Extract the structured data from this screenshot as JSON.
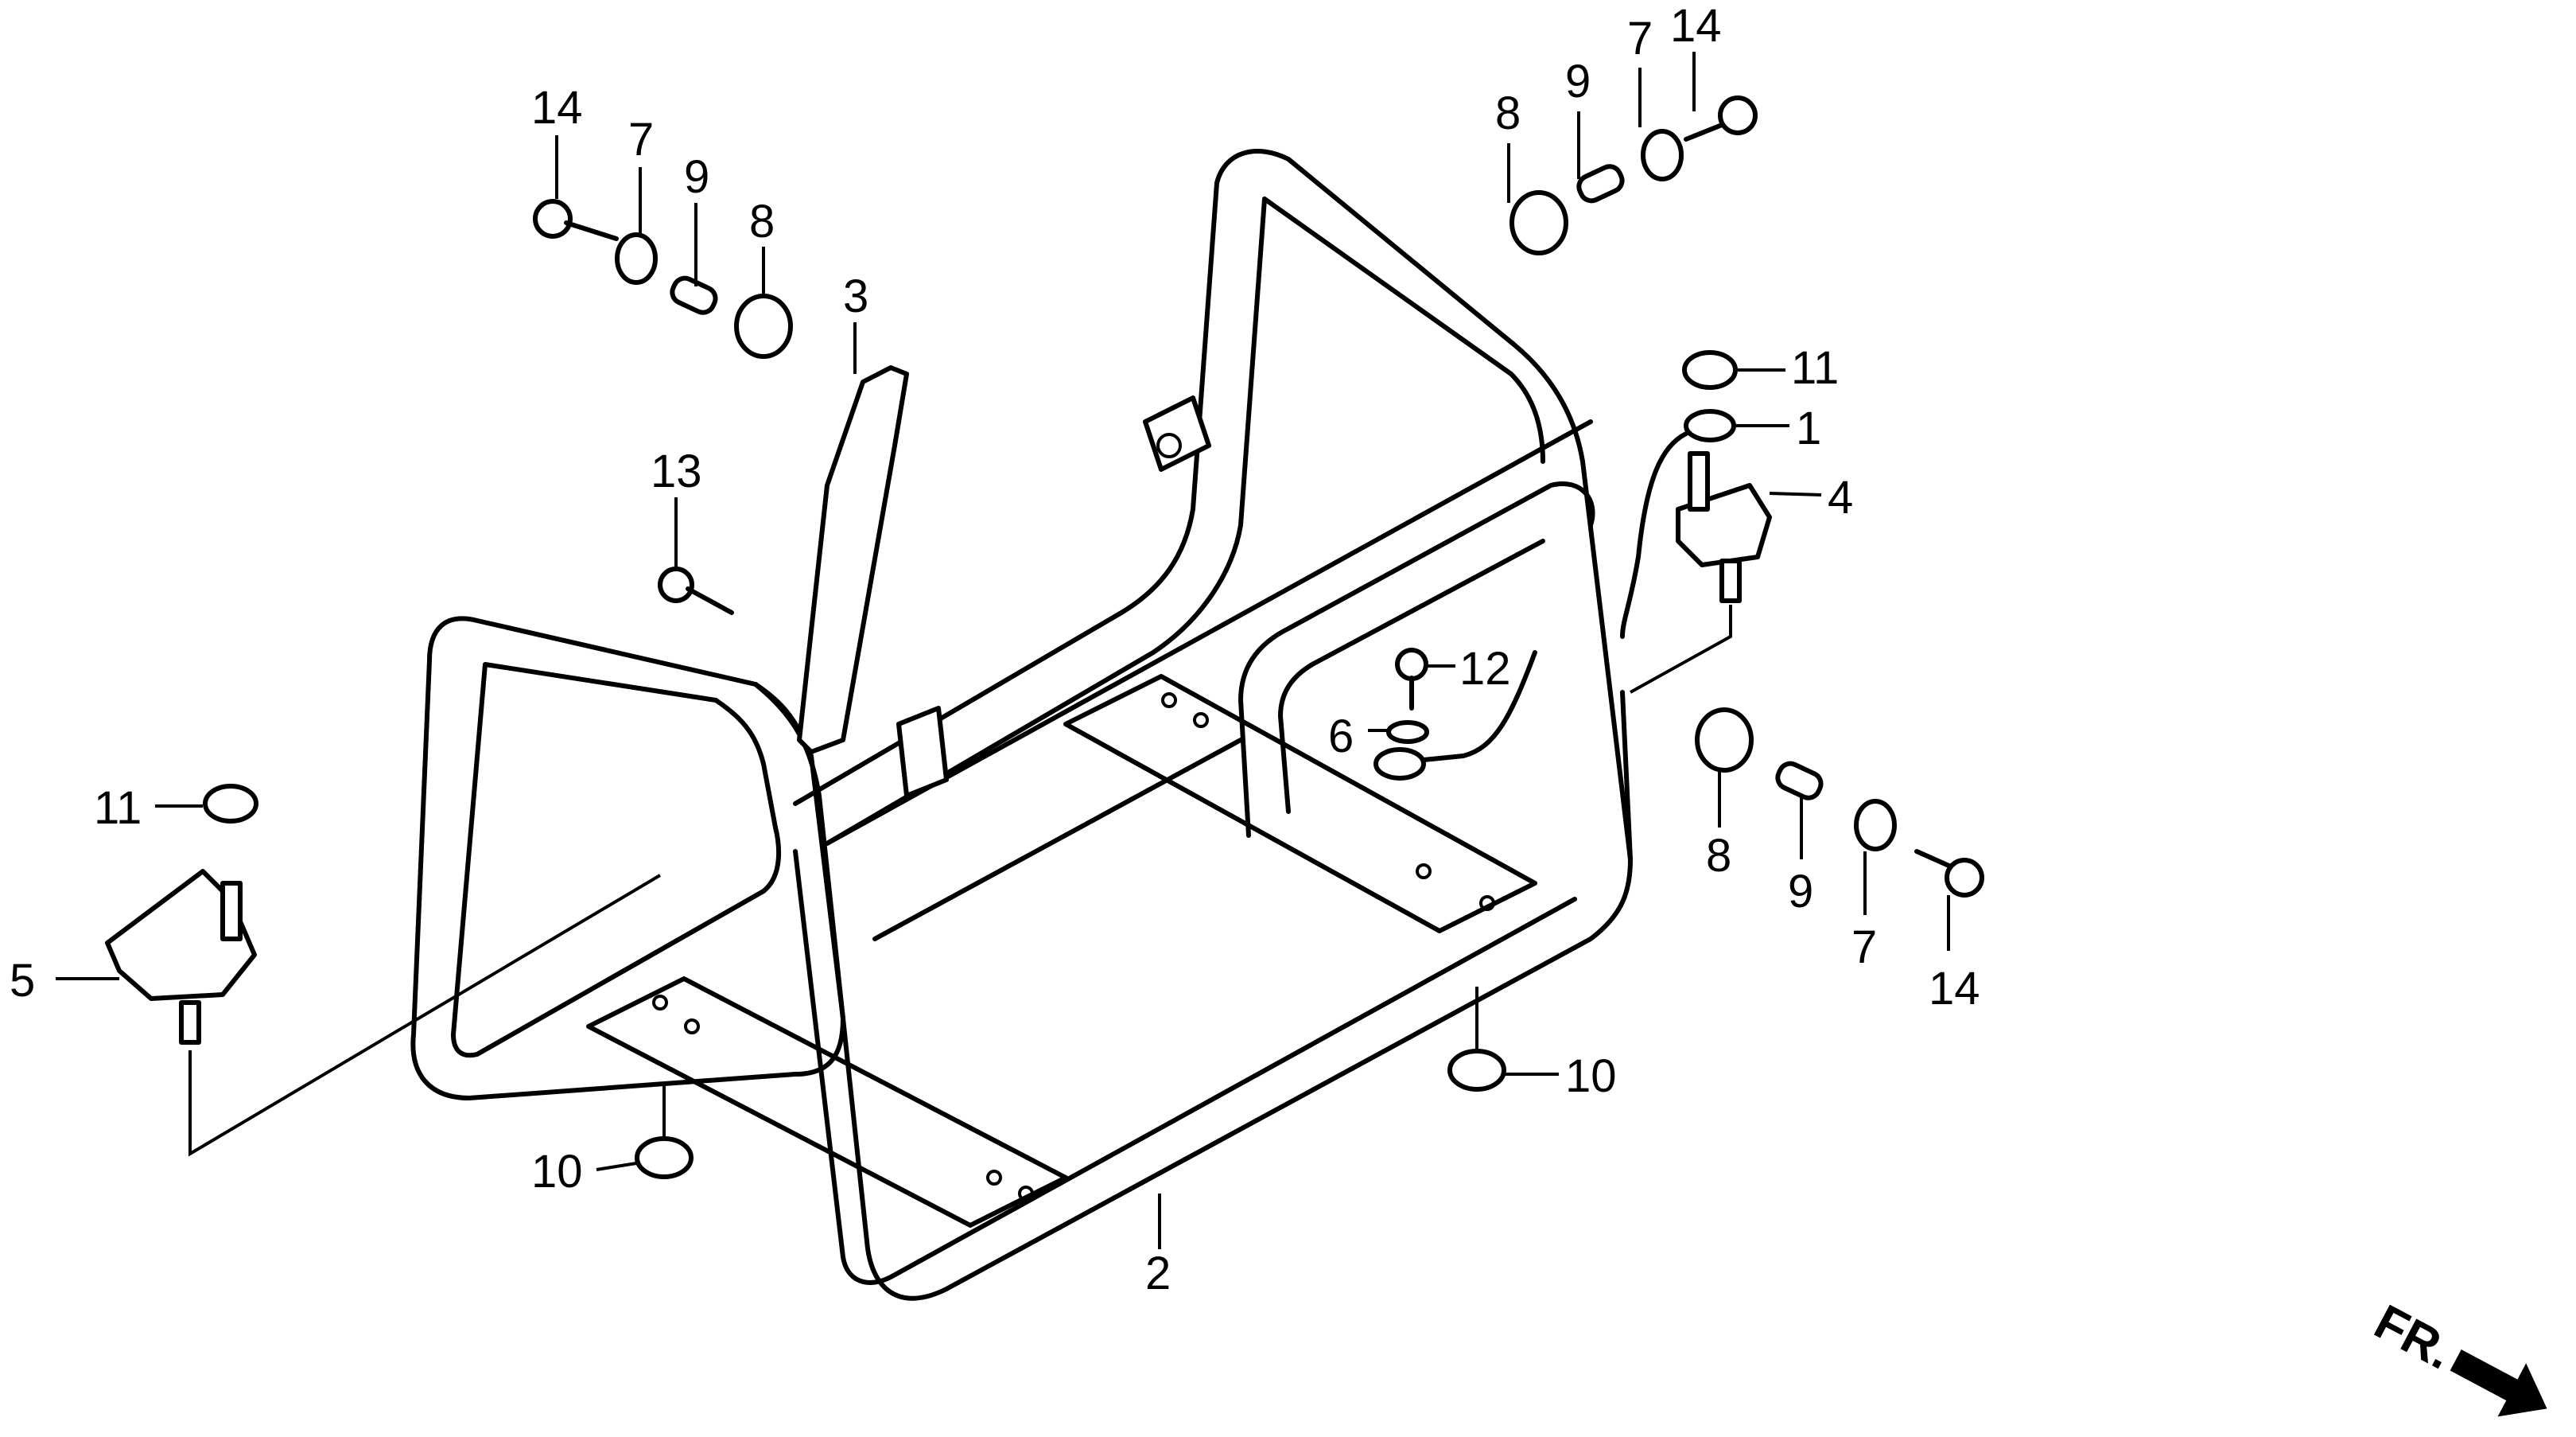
{
  "diagram": {
    "type": "exploded-parts-diagram",
    "subject": "frame assembly",
    "direction_indicator": {
      "text": "FR.",
      "icon": "arrow-right-down-icon"
    },
    "callouts": [
      {
        "id": "c14a",
        "number": "14",
        "part": "flange bolt (upper left)"
      },
      {
        "id": "c7a",
        "number": "7",
        "part": "washer (upper left)"
      },
      {
        "id": "c9a",
        "number": "9",
        "part": "collar (upper left)"
      },
      {
        "id": "c8a",
        "number": "8",
        "part": "rubber mount (upper left)"
      },
      {
        "id": "c3",
        "number": "3",
        "part": "bracket"
      },
      {
        "id": "c13",
        "number": "13",
        "part": "flange bolt"
      },
      {
        "id": "c8b",
        "number": "8",
        "part": "rubber mount (upper right)"
      },
      {
        "id": "c9b",
        "number": "9",
        "part": "collar (upper right)"
      },
      {
        "id": "c7b",
        "number": "7",
        "part": "washer (upper right)"
      },
      {
        "id": "c14b",
        "number": "14",
        "part": "flange bolt (upper right)"
      },
      {
        "id": "c11a",
        "number": "11",
        "part": "flange nut (right)"
      },
      {
        "id": "c1",
        "number": "1",
        "part": "ground cable"
      },
      {
        "id": "c4",
        "number": "4",
        "part": "mount rubber (right)"
      },
      {
        "id": "c12",
        "number": "12",
        "part": "flange bolt"
      },
      {
        "id": "c6",
        "number": "6",
        "part": "lock washer"
      },
      {
        "id": "c8c",
        "number": "8",
        "part": "rubber mount (lower right)"
      },
      {
        "id": "c9c",
        "number": "9",
        "part": "collar (lower right)"
      },
      {
        "id": "c7c",
        "number": "7",
        "part": "washer (lower right)"
      },
      {
        "id": "c14c",
        "number": "14",
        "part": "flange bolt (lower right)"
      },
      {
        "id": "c11b",
        "number": "11",
        "part": "flange nut (left)"
      },
      {
        "id": "c5",
        "number": "5",
        "part": "mount rubber (left)"
      },
      {
        "id": "c10a",
        "number": "10",
        "part": "flange nut (lower right)"
      },
      {
        "id": "c10b",
        "number": "10",
        "part": "flange nut (lower left)"
      },
      {
        "id": "c2",
        "number": "2",
        "part": "frame"
      }
    ]
  }
}
